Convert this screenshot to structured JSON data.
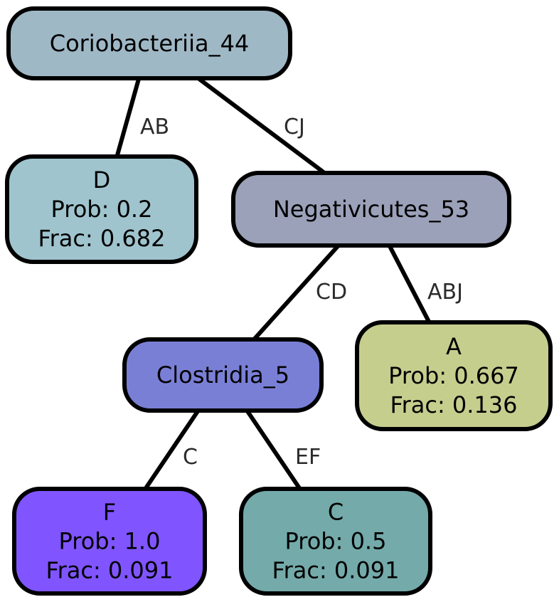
{
  "nodes": [
    {
      "id": "n0",
      "lines": [
        "Coriobacteriia_44"
      ],
      "fill": "#9fb8c6"
    },
    {
      "id": "n1",
      "lines": [
        "D",
        "Prob: 0.2",
        "Frac: 0.682"
      ],
      "fill": "#9fc4ce"
    },
    {
      "id": "n2",
      "lines": [
        "Negativicutes_53"
      ],
      "fill": "#9ba1b8"
    },
    {
      "id": "n3",
      "lines": [
        "Clostridia_5"
      ],
      "fill": "#7a7fd6"
    },
    {
      "id": "n4",
      "lines": [
        "A",
        "Prob: 0.667",
        "Frac: 0.136"
      ],
      "fill": "#c6ce8e"
    },
    {
      "id": "n5",
      "lines": [
        "F",
        "Prob: 1.0",
        "Frac: 0.091"
      ],
      "fill": "#8055ff"
    },
    {
      "id": "n6",
      "lines": [
        "C",
        "Prob: 0.5",
        "Frac: 0.091"
      ],
      "fill": "#74aaaa"
    }
  ],
  "edges": [
    {
      "from": "n0",
      "to": "n1",
      "label": "AB"
    },
    {
      "from": "n0",
      "to": "n2",
      "label": "CJ"
    },
    {
      "from": "n2",
      "to": "n3",
      "label": "CD"
    },
    {
      "from": "n2",
      "to": "n4",
      "label": "ABJ"
    },
    {
      "from": "n3",
      "to": "n5",
      "label": "C"
    },
    {
      "from": "n3",
      "to": "n6",
      "label": "EF"
    }
  ]
}
